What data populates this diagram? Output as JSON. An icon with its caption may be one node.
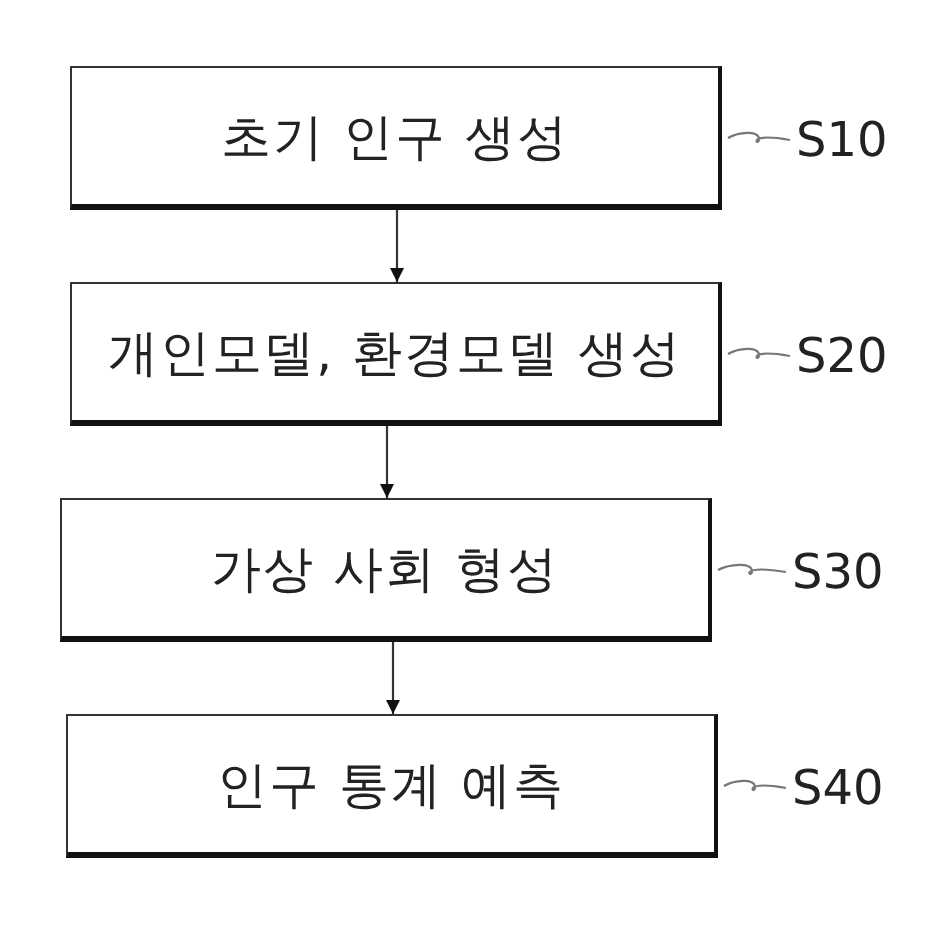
{
  "diagram": {
    "nodes": [
      {
        "text": [
          "초기 인구 생성"
        ]
      },
      {
        "text": [
          "개인모델, 환경모델 생성"
        ]
      },
      {
        "text": [
          "가상 사회 형성"
        ]
      },
      {
        "text": [
          "인구 통계 예측"
        ]
      },
      {
        "text": [
          "S10"
        ]
      },
      {
        "text": [
          "S20"
        ]
      },
      {
        "text": [
          "S30"
        ]
      },
      {
        "text": [
          "S40"
        ]
      }
    ],
    "edges": [
      {
        "from": 0,
        "to": 1,
        "arrow": "to"
      },
      {
        "from": 1,
        "to": 2,
        "arrow": "to"
      },
      {
        "from": 2,
        "to": 3,
        "arrow": "to"
      },
      {
        "from": 4,
        "to": 0,
        "arrow": "none"
      },
      {
        "from": 5,
        "to": 1,
        "arrow": "none"
      },
      {
        "from": 6,
        "to": 2,
        "arrow": "none"
      },
      {
        "from": 7,
        "to": 3,
        "arrow": "none"
      }
    ]
  }
}
